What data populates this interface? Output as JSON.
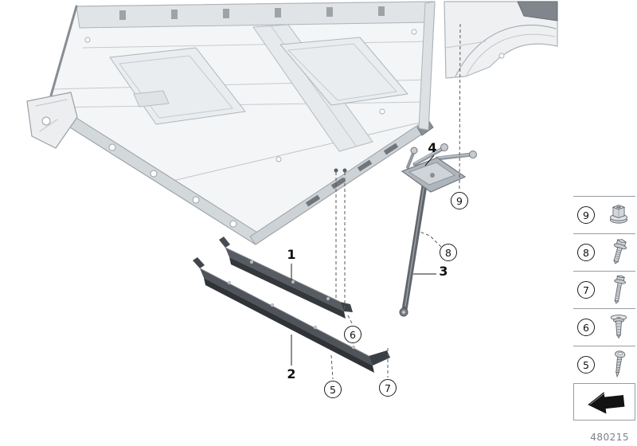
{
  "diagram": {
    "id_label": "480215",
    "callouts": {
      "plain": [
        {
          "label": "1"
        },
        {
          "label": "2"
        },
        {
          "label": "3"
        },
        {
          "label": "4"
        }
      ],
      "circled": [
        {
          "label": "5"
        },
        {
          "label": "6"
        },
        {
          "label": "7"
        },
        {
          "label": "8"
        },
        {
          "label": "9"
        }
      ]
    },
    "legend": {
      "rows": [
        {
          "ref": "9",
          "icon": "flange-nut-icon"
        },
        {
          "ref": "8",
          "icon": "flange-bolt-icon"
        },
        {
          "ref": "7",
          "icon": "flange-screw-icon"
        },
        {
          "ref": "6",
          "icon": "expansion-rivet-icon"
        },
        {
          "ref": "5",
          "icon": "self-tapping-screw-icon"
        }
      ],
      "footer_icon": "direction-arrow-icon"
    },
    "colors": {
      "part_dark": "#34383d",
      "part_mid": "#50565c",
      "body_line": "#adb4ba",
      "callout_line": "#1c1c1c"
    }
  }
}
